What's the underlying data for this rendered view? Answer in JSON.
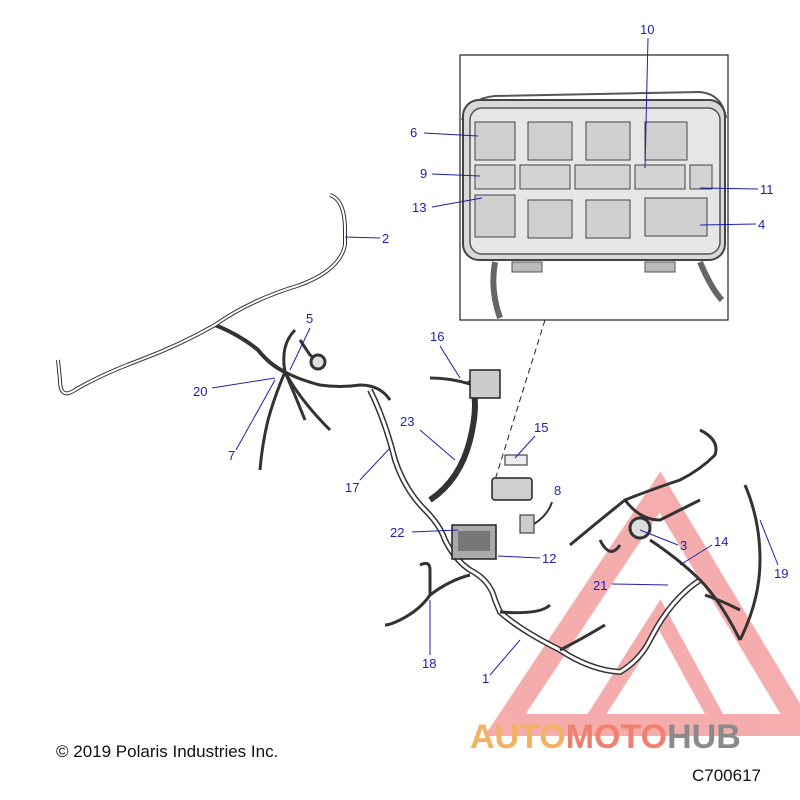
{
  "callouts": [
    "1",
    "2",
    "3",
    "4",
    "5",
    "6",
    "7",
    "8",
    "9",
    "10",
    "11",
    "12",
    "13",
    "14",
    "15",
    "16",
    "17",
    "18",
    "19",
    "20",
    "21",
    "22",
    "23"
  ],
  "copyright": "© 2019 Polaris Industries Inc.",
  "diagram_code": "C700617",
  "watermark": {
    "part1": "AUTO",
    "part2": "MOTO",
    "part3": "HUB",
    "color_auto": "#f2b25f",
    "color_moto": "#f08070",
    "color_hub": "#8a8a8a",
    "triangle_color": "#e94a4a"
  }
}
